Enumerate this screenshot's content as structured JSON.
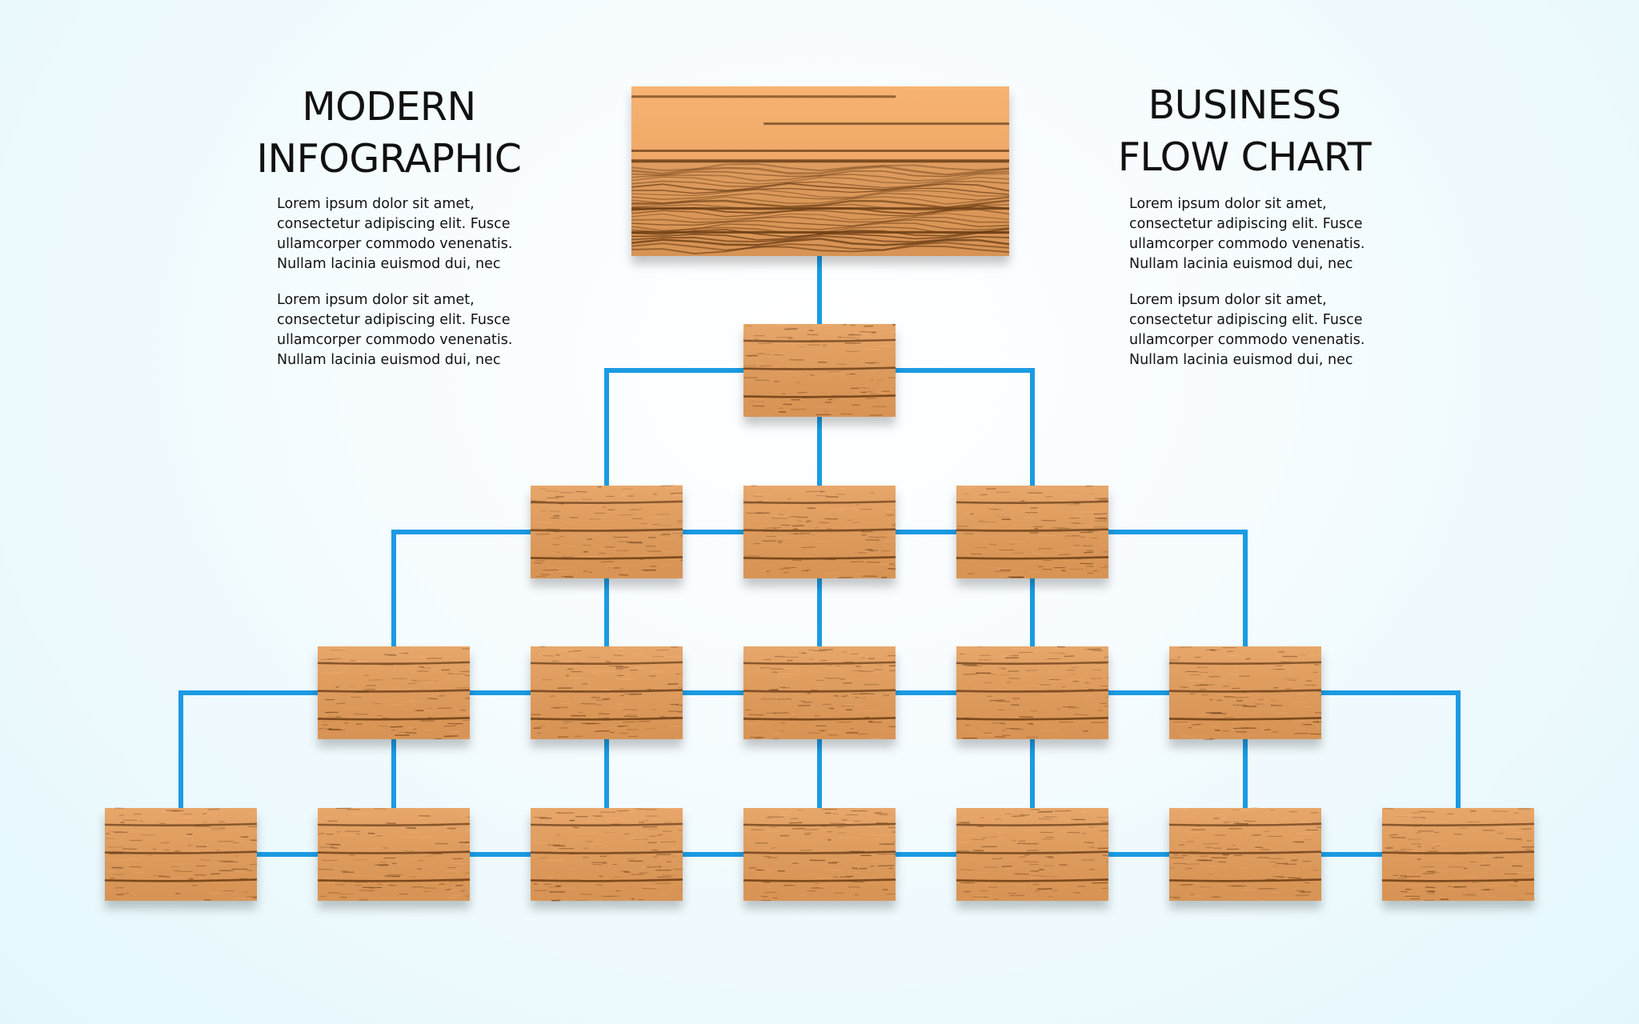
{
  "left": {
    "title_lines": [
      "MODERN",
      "INFOGRAPHIC"
    ],
    "paragraphs": [
      [
        "Lorem ipsum dolor sit amet,",
        "consectetur adipiscing elit. Fusce",
        "ullamcorper commodo venenatis.",
        "Nullam lacinia euismod dui, nec"
      ],
      [
        "Lorem ipsum dolor sit amet,",
        "consectetur adipiscing elit. Fusce",
        "ullamcorper commodo venenatis.",
        "Nullam lacinia euismod dui, nec"
      ]
    ]
  },
  "right": {
    "title_lines": [
      "BUSINESS",
      "FLOW CHART"
    ],
    "paragraphs": [
      [
        "Lorem ipsum dolor sit amet,",
        "consectetur adipiscing elit. Fusce",
        "ullamcorper commodo venenatis.",
        "Nullam lacinia euismod dui, nec"
      ],
      [
        "Lorem ipsum dolor sit amet,",
        "consectetur adipiscing elit. Fusce",
        "ullamcorper commodo venenatis.",
        "Nullam lacinia euismod dui, nec"
      ]
    ]
  },
  "diagram": {
    "levels": [
      1,
      1,
      3,
      5,
      7
    ],
    "colors": {
      "connector": "#1b9be3",
      "wood_light": "#f1a866",
      "wood_base": "#e59d5a",
      "wood_dark": "#6e3d12",
      "wood_top_plank": "#f7ab63"
    }
  }
}
